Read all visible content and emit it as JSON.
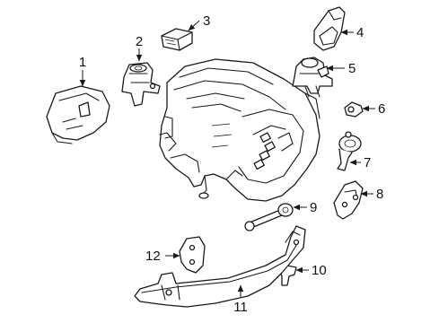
{
  "callouts": [
    {
      "id": 1,
      "label": "1"
    },
    {
      "id": 2,
      "label": "2"
    },
    {
      "id": 3,
      "label": "3"
    },
    {
      "id": 4,
      "label": "4"
    },
    {
      "id": 5,
      "label": "5"
    },
    {
      "id": 6,
      "label": "6"
    },
    {
      "id": 7,
      "label": "7"
    },
    {
      "id": 8,
      "label": "8"
    },
    {
      "id": 9,
      "label": "9"
    },
    {
      "id": 10,
      "label": "10"
    },
    {
      "id": 11,
      "label": "11"
    },
    {
      "id": 12,
      "label": "12"
    }
  ],
  "colors": {
    "line": "#1a1a1a",
    "background": "#ffffff"
  }
}
